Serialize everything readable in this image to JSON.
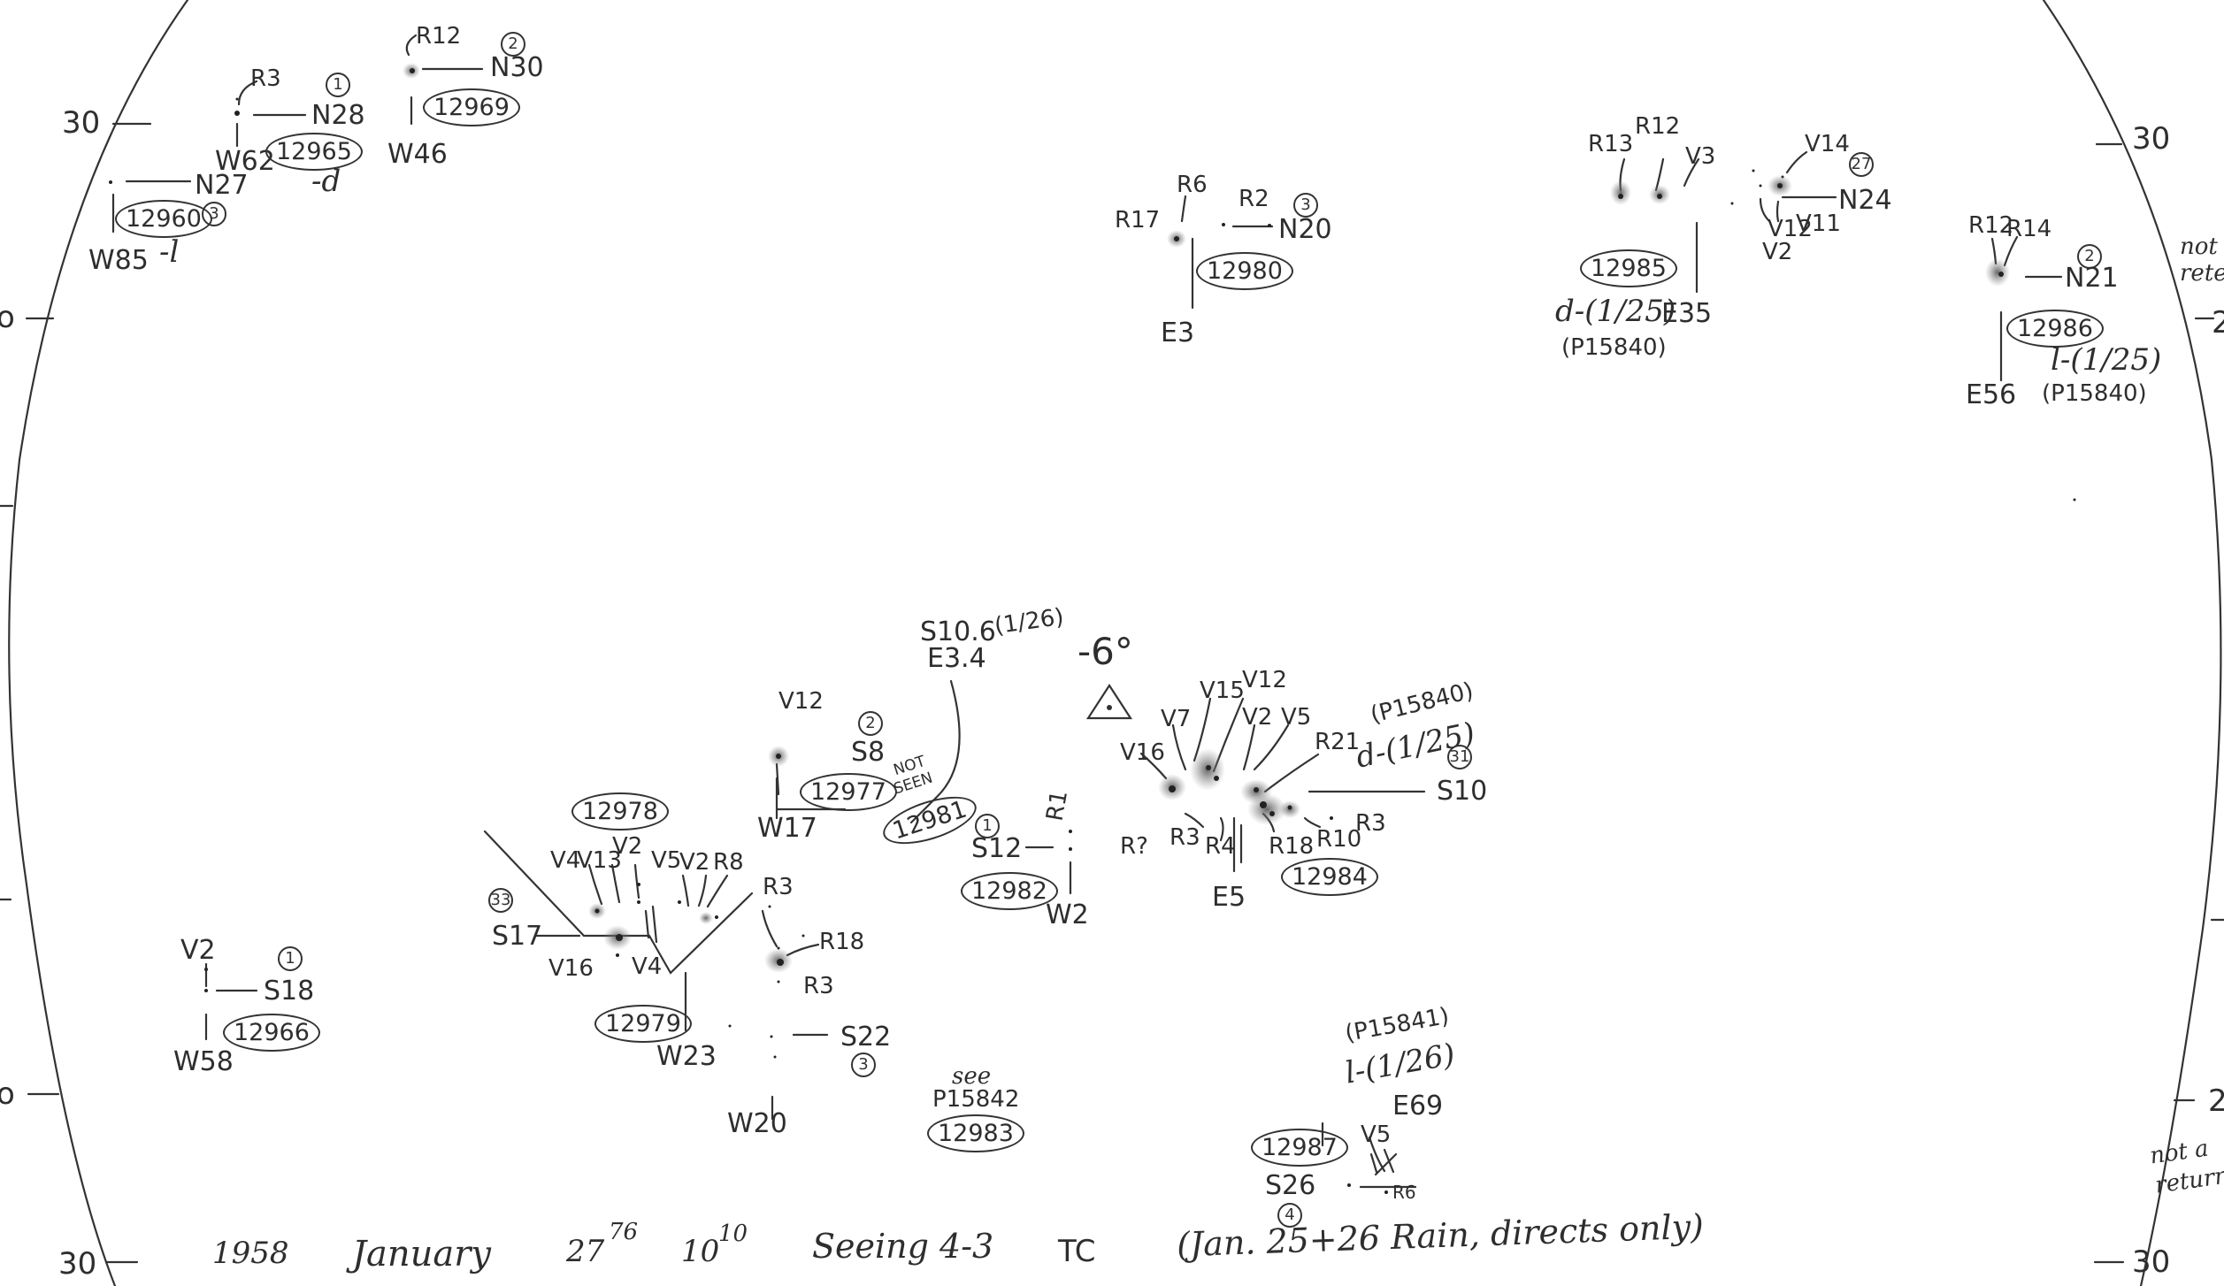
{
  "scale_marks": {
    "top_left": "30",
    "left_partial_upper": "o",
    "left_partial_lower": "o",
    "bottom_left": "30",
    "top_right": "30",
    "right_partial_upper": "2",
    "right_partial_lower": "2",
    "bottom_right": "30"
  },
  "groups": {
    "g12965": {
      "number": "12965",
      "circled": "1",
      "labels": [
        "R3",
        "N28",
        "W62",
        "-d"
      ]
    },
    "g12960": {
      "number": "12960",
      "circled": "3",
      "labels": [
        "N27",
        "W85",
        "-l"
      ]
    },
    "g12969": {
      "number": "12969",
      "circled": "2",
      "labels": [
        "R12",
        "N30",
        "W46"
      ]
    },
    "g12980": {
      "number": "12980",
      "circled": "3",
      "labels": [
        "R17",
        "R6",
        "R2",
        "N20",
        "E3"
      ]
    },
    "g12985": {
      "number": "12985",
      "circled": "27",
      "labels": [
        "R13",
        "R12",
        "V3",
        "V14",
        "N24",
        "V12",
        "V11",
        "V2",
        "d-(1/25)",
        "E35",
        "(P15840)"
      ]
    },
    "g12986": {
      "number": "12986",
      "circled": "2",
      "labels": [
        "R12",
        "R14",
        "N21",
        "E56",
        "l-(1/25)",
        "(P15840)"
      ]
    },
    "margin_right": {
      "labels": [
        "not",
        "rete"
      ]
    },
    "g12966": {
      "number": "12966",
      "circled": "1",
      "labels": [
        "V2",
        "S18",
        "W58"
      ]
    },
    "g12978": {
      "number": "12978"
    },
    "g12979": {
      "number": "12979",
      "circled": "33",
      "labels": [
        "V4",
        "V13",
        "V2",
        "V5",
        "V2",
        "R8",
        "S17",
        "V16",
        "V4",
        "W23"
      ]
    },
    "g12977": {
      "number": "12977",
      "circled": "2",
      "labels": [
        "V12",
        "S8",
        "W17"
      ]
    },
    "g12981": {
      "number": "12981",
      "labels": [
        "NOT",
        "SEEN",
        "S10.6",
        "E3.4",
        "(1/26)"
      ]
    },
    "g_r3": {
      "labels": [
        "R3",
        "R18",
        "R3",
        "S22",
        "W20"
      ],
      "circled": "3"
    },
    "g12983": {
      "number": "12983",
      "labels": [
        "see",
        "P15842"
      ]
    },
    "g12982": {
      "number": "12982",
      "circled": "1",
      "labels": [
        "R1",
        "S12",
        "W2"
      ]
    },
    "center_mark": {
      "label": "-6°"
    },
    "g12984": {
      "number": "12984",
      "circled": "31",
      "labels": [
        "V16",
        "V7",
        "V15",
        "V12",
        "V2",
        "V5",
        "R21",
        "(P15840)",
        "d-(1/25)",
        "S10",
        "R?",
        "R3",
        "R4",
        "R18",
        "R10",
        "R3",
        "E5"
      ]
    },
    "g12987": {
      "number": "12987",
      "circled": "4",
      "labels": [
        "(P15841)",
        "l-(1/26)",
        "E69",
        "V5",
        "S26",
        "R6"
      ]
    },
    "margin_right_lower": {
      "labels": [
        "not a",
        "return"
      ]
    }
  },
  "footer": {
    "year": "1958",
    "month": "January",
    "day": "27",
    "day_sup": "76",
    "time": "10",
    "time_sup": "10",
    "seeing": "Seeing 4-3",
    "observer": "TC",
    "note": "(Jan. 25+26 Rain, directs only)"
  }
}
